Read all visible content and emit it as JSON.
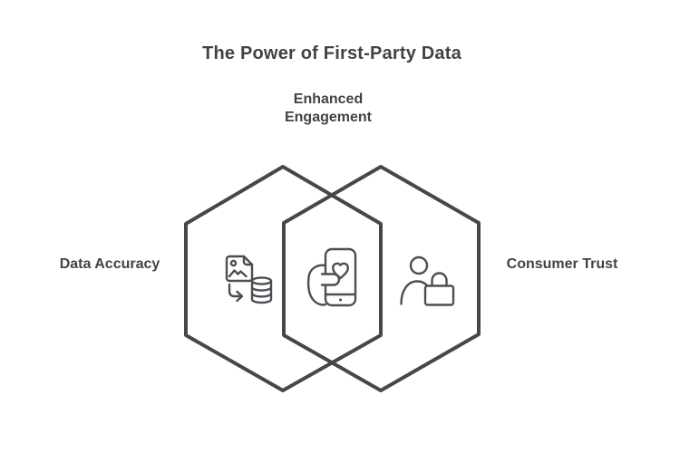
{
  "title": {
    "text": "The Power of First-Party Data"
  },
  "colors": {
    "background": "#ffffff",
    "text": "#3f4347",
    "hexagon_stroke": "#45484b",
    "icon_stroke": "#4b4e52"
  },
  "diagram": {
    "type": "overlapping-hexagon-venn",
    "regions": [
      {
        "position": "left",
        "label": "Data Accuracy",
        "icon": "image-file-to-database-icon"
      },
      {
        "position": "overlap",
        "label": "Enhanced Engagement",
        "icon": "hand-holding-phone-heart-icon"
      },
      {
        "position": "right",
        "label": "Consumer Trust",
        "icon": "person-with-padlock-icon"
      }
    ],
    "top_label": {
      "lines": [
        "Enhanced",
        "Engagement"
      ]
    },
    "left_label": "Data Accuracy",
    "right_label": "Consumer Trust"
  }
}
